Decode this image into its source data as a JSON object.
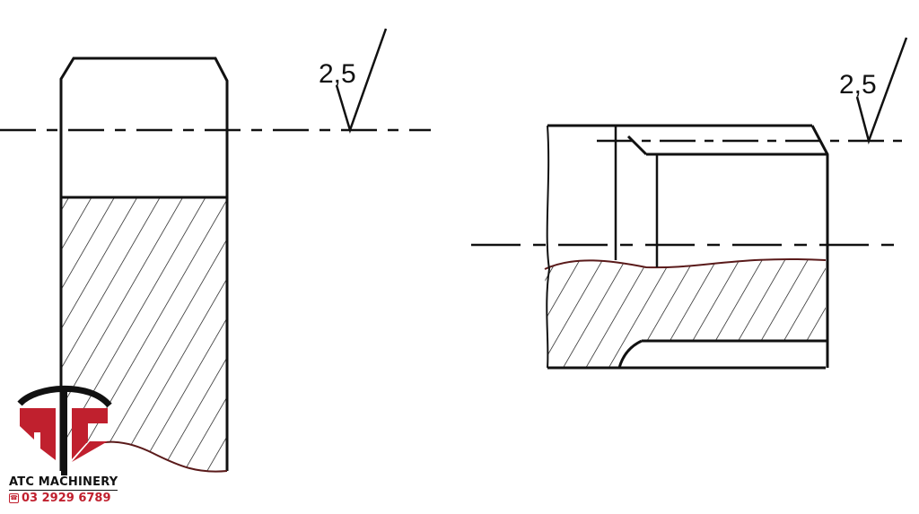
{
  "drawing": {
    "left_part": {
      "roughness_value": "2,5"
    },
    "right_part": {
      "roughness_value": "2,5"
    }
  },
  "logo": {
    "letters": "ATC",
    "company_name": "ATC MACHINERY",
    "phone": "03 2929 6789",
    "phone_icon": "phone-icon",
    "colors": {
      "red": "#c0202e",
      "black": "#111111"
    }
  }
}
